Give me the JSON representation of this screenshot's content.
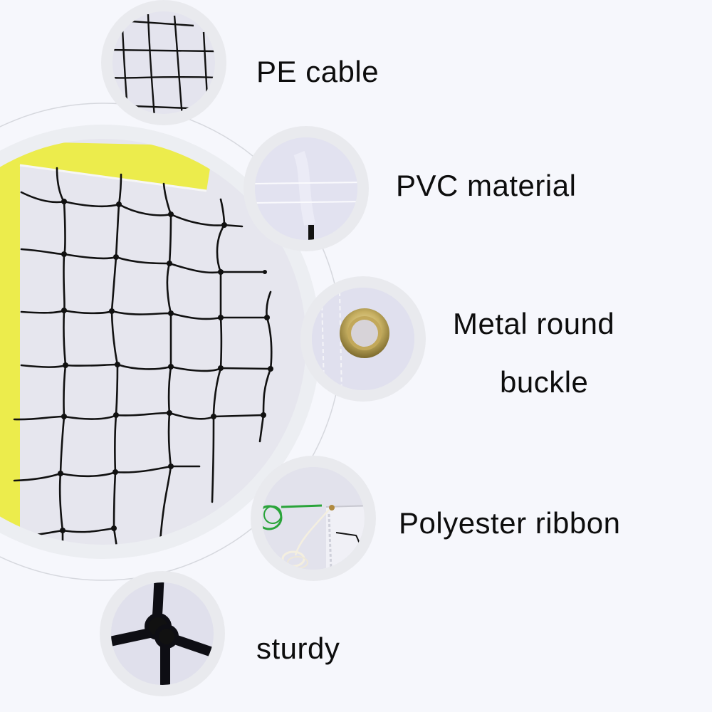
{
  "product": {
    "description": "Badminton / volleyball net feature callout image"
  },
  "colors": {
    "background": "#f6f7fc",
    "circle_ring": "#e6e7ec",
    "circle_fill": "#e4e4ee",
    "net_cord": "#111111",
    "yellow_tape": "#ecec4c",
    "green_cord": "#2aa43a",
    "brass_grommet": "#c8b46a",
    "text": "#0d0d0d"
  },
  "main_image": {
    "subject": "net-corner-closeup"
  },
  "features": [
    {
      "id": "pe-cable",
      "label": "PE cable",
      "icon": "net-mesh-closeup"
    },
    {
      "id": "pvc-material",
      "label": "PVC material",
      "icon": "pvc-tape-closeup"
    },
    {
      "id": "metal-buckle",
      "label_line1": "Metal round",
      "label_line2": "buckle",
      "icon": "brass-grommet-closeup"
    },
    {
      "id": "polyester-ribbon",
      "label": "Polyester ribbon",
      "icon": "cord-ribbon-closeup"
    },
    {
      "id": "sturdy",
      "label": "sturdy",
      "icon": "knot-closeup"
    }
  ]
}
